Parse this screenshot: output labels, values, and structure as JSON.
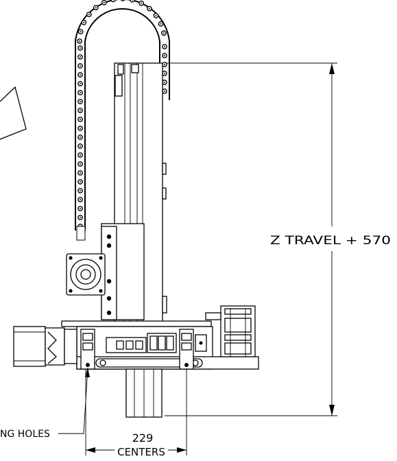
{
  "annotations": {
    "z_travel": "Z TRAVEL + 570",
    "centers_value": "229",
    "centers_label": "CENTERS",
    "holes_label": "NG HOLES"
  }
}
